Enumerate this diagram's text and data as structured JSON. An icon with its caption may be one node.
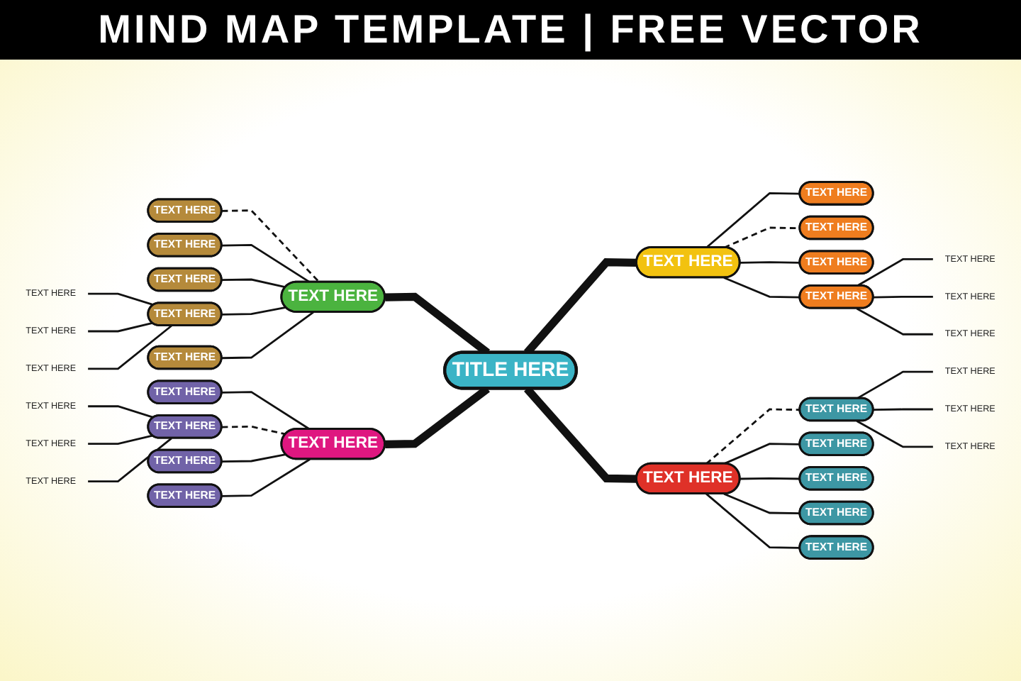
{
  "diagram": {
    "title": "MIND MAP TEMPLATE | FREE VECTOR",
    "nodes": [
      {
        "text": [
          "TITLE HERE"
        ]
      },
      {
        "text": [
          "TEXT HERE"
        ]
      },
      {
        "text": [
          "TEXT HERE"
        ]
      },
      {
        "text": [
          "TEXT HERE"
        ]
      },
      {
        "text": [
          "TEXT HERE"
        ]
      },
      {
        "text": [
          "TEXT HERE"
        ]
      },
      {
        "text": [
          "TEXT HERE"
        ]
      },
      {
        "text": [
          "TEXT HERE"
        ]
      },
      {
        "text": [
          "TEXT HERE"
        ]
      },
      {
        "text": [
          "TEXT HERE"
        ]
      },
      {
        "text": [
          "TEXT HERE"
        ]
      },
      {
        "text": [
          "TEXT HERE"
        ]
      },
      {
        "text": [
          "TEXT HERE"
        ]
      },
      {
        "text": [
          "TEXT HERE"
        ]
      },
      {
        "text": [
          "TEXT HERE"
        ]
      },
      {
        "text": [
          "TEXT HERE"
        ]
      },
      {
        "text": [
          "TEXT HERE"
        ]
      },
      {
        "text": [
          "TEXT HERE"
        ]
      },
      {
        "text": [
          "TEXT HERE"
        ]
      },
      {
        "text": [
          "TEXT HERE"
        ]
      },
      {
        "text": [
          "TEXT HERE"
        ]
      },
      {
        "text": [
          "TEXT HERE"
        ]
      },
      {
        "text": [
          "TEXT HERE"
        ]
      },
      {
        "text": [
          "TEXT HERE"
        ]
      },
      {
        "text": [
          "TEXT HERE"
        ]
      },
      {
        "text": [
          "TEXT HERE"
        ]
      },
      {
        "text": [
          "TEXT HERE"
        ]
      },
      {
        "text": [
          "TEXT HERE"
        ]
      },
      {
        "text": [
          "TEXT HERE"
        ]
      },
      {
        "text": [
          "TEXT HERE"
        ]
      },
      {
        "text": [
          "TEXT HERE"
        ]
      },
      {
        "text": [
          "TEXT HERE"
        ]
      },
      {
        "text": [
          "TEXT HERE"
        ]
      },
      {
        "text": [
          "TEXT HERE"
        ]
      },
      {
        "text": [
          "TEXT HERE"
        ]
      }
    ],
    "edges": [
      {
        "from": 0,
        "to": 1,
        "arrow": "none",
        "style": "thick"
      },
      {
        "from": 0,
        "to": 2,
        "arrow": "none",
        "style": "thick"
      },
      {
        "from": 0,
        "to": 3,
        "arrow": "none",
        "style": "thick"
      },
      {
        "from": 0,
        "to": 4,
        "arrow": "none",
        "style": "thick"
      },
      {
        "from": 1,
        "to": 5,
        "arrow": "none",
        "style": "dashed"
      },
      {
        "from": 1,
        "to": 6,
        "arrow": "none"
      },
      {
        "from": 1,
        "to": 7,
        "arrow": "none"
      },
      {
        "from": 1,
        "to": 8,
        "arrow": "none"
      },
      {
        "from": 1,
        "to": 9,
        "arrow": "none"
      },
      {
        "from": 2,
        "to": 10,
        "arrow": "none"
      },
      {
        "from": 2,
        "to": 11,
        "arrow": "none"
      },
      {
        "from": 2,
        "to": 12,
        "arrow": "none",
        "style": "dashed"
      },
      {
        "from": 2,
        "to": 13,
        "arrow": "none"
      },
      {
        "from": 3,
        "to": 14,
        "arrow": "none"
      },
      {
        "from": 3,
        "to": 15,
        "arrow": "none",
        "style": "dashed"
      },
      {
        "from": 3,
        "to": 16,
        "arrow": "none"
      },
      {
        "from": 3,
        "to": 17,
        "arrow": "none"
      },
      {
        "from": 4,
        "to": 18,
        "arrow": "none"
      },
      {
        "from": 4,
        "to": 19,
        "arrow": "none"
      },
      {
        "from": 4,
        "to": 20,
        "arrow": "none"
      },
      {
        "from": 4,
        "to": 21,
        "arrow": "none"
      },
      {
        "from": 4,
        "to": 22,
        "arrow": "none",
        "style": "dashed"
      },
      {
        "from": 8,
        "to": 23,
        "arrow": "none"
      },
      {
        "from": 8,
        "to": 24,
        "arrow": "none"
      },
      {
        "from": 8,
        "to": 25,
        "arrow": "none"
      },
      {
        "from": 11,
        "to": 26,
        "arrow": "none"
      },
      {
        "from": 11,
        "to": 27,
        "arrow": "none"
      },
      {
        "from": 11,
        "to": 28,
        "arrow": "none"
      },
      {
        "from": 15,
        "to": 29,
        "arrow": "none"
      },
      {
        "from": 15,
        "to": 30,
        "arrow": "none"
      },
      {
        "from": 15,
        "to": 31,
        "arrow": "none"
      },
      {
        "from": 22,
        "to": 32,
        "arrow": "none"
      },
      {
        "from": 22,
        "to": 33,
        "arrow": "none"
      },
      {
        "from": 22,
        "to": 34,
        "arrow": "none"
      }
    ]
  }
}
